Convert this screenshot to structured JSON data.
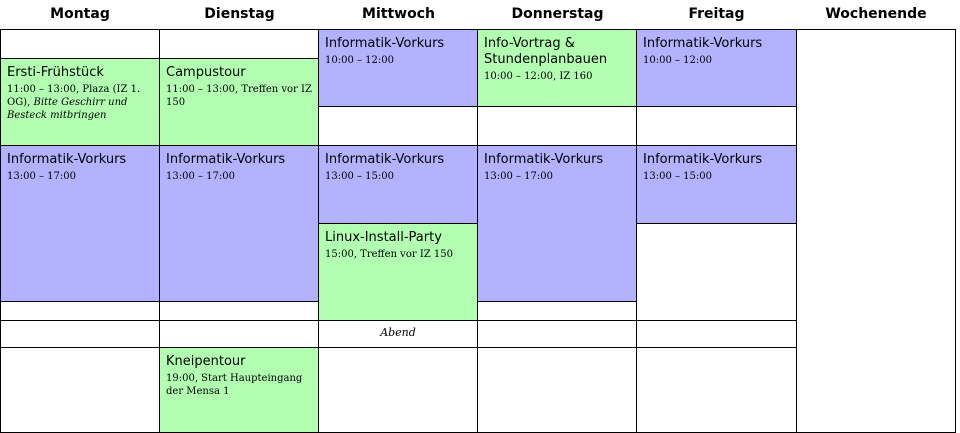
{
  "days": [
    "Montag",
    "Dienstag",
    "Mittwoch",
    "Donnerstag",
    "Freitag",
    "Wochenende"
  ],
  "evening_label": "Abend",
  "events": {
    "mo_fruehstueck": {
      "title": "Ersti-Frühstück",
      "time": "11:00 – 13:00, Plaza (IZ 1. OG),",
      "note": "Bitte Geschirr und Besteck mitbringen"
    },
    "mo_vorkurs": {
      "title": "Informatik-Vorkurs",
      "time": "13:00 – 17:00"
    },
    "di_campustour": {
      "title": "Campustour",
      "time": "11:00 – 13:00, Treffen vor IZ 150"
    },
    "di_vorkurs": {
      "title": "Informatik-Vorkurs",
      "time": "13:00 – 17:00"
    },
    "di_kneipentour": {
      "title": "Kneipentour",
      "time": "19:00, Start Haupteingang der Mensa 1"
    },
    "mi_vorkurs_am": {
      "title": "Informatik-Vorkurs",
      "time": "10:00 – 12:00"
    },
    "mi_vorkurs_pm": {
      "title": "Informatik-Vorkurs",
      "time": "13:00 – 15:00"
    },
    "mi_linux": {
      "title": "Linux-Install-Party",
      "time": "15:00, Treffen vor IZ 150"
    },
    "do_infovortrag": {
      "title": "Info-Vortrag & Stundenplanbauen",
      "time": "10:00 – 12:00, IZ 160"
    },
    "do_vorkurs": {
      "title": "Informatik-Vorkurs",
      "time": "13:00 – 17:00"
    },
    "fr_vorkurs_am": {
      "title": "Informatik-Vorkurs",
      "time": "10:00 – 12:00"
    },
    "fr_vorkurs_pm": {
      "title": "Informatik-Vorkurs",
      "time": "13:00 – 15:00"
    }
  },
  "colors": {
    "vorkurs": "#b2b2ff",
    "event": "#b2ffb2"
  }
}
